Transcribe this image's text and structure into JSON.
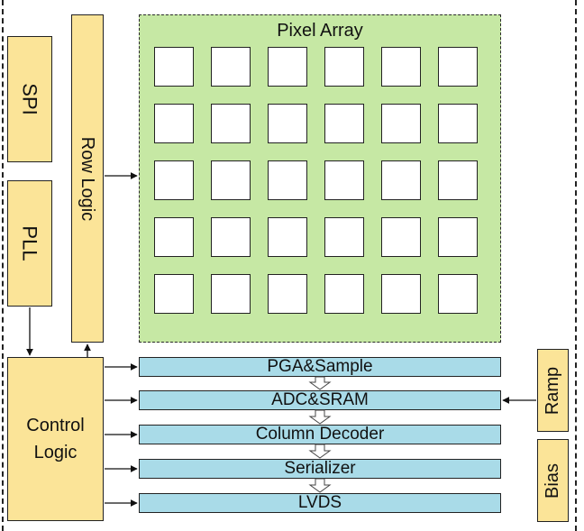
{
  "blocks": {
    "spi": "SPI",
    "pll": "PLL",
    "row_logic": "Row Logic",
    "control_logic_line1": "Control",
    "control_logic_line2": "Logic",
    "ramp": "Ramp",
    "bias": "Bias"
  },
  "pixel_array": {
    "title": "Pixel Array",
    "rows": 5,
    "cols": 6
  },
  "readout_chain": [
    "PGA&Sample",
    "ADC&SRAM",
    "Column Decoder",
    "Serializer",
    "LVDS"
  ],
  "colors": {
    "logic_block": "#fbe498",
    "pixel_array_fill": "#c6e8a4",
    "readout_bar": "#a9dbe8"
  }
}
